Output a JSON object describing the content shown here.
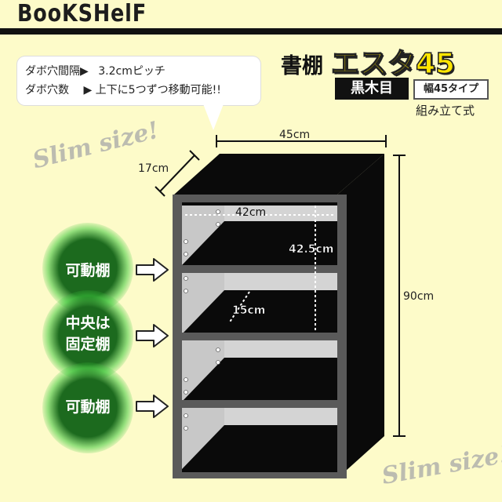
{
  "header": {
    "brand": "BooKSHelF"
  },
  "callout": {
    "line1_label": "ダボ穴間隔▶",
    "line1_value": "3.2cmピッチ",
    "line2_label": "ダボ穴数",
    "line2_value": "▶ 上下に5つずつ移動可能!!"
  },
  "product": {
    "category": "書棚",
    "name": "エスタ45",
    "color": "黒木目",
    "type": "幅45タイプ",
    "assembly": "組み立て式"
  },
  "watermark": "Slim size!",
  "dimensions": {
    "width": "45cm",
    "depth": "17cm",
    "height": "90cm",
    "inner_width": "42cm",
    "inner_height": "42.5cm",
    "inner_depth": "15cm"
  },
  "shelf_labels": [
    {
      "lines": [
        "可動棚"
      ]
    },
    {
      "lines": [
        "中央は",
        "固定棚"
      ]
    },
    {
      "lines": [
        "可動棚"
      ]
    }
  ],
  "colors": {
    "background": "#fdfbc9",
    "name_yellow": "#ffe600",
    "bubble_green": "#1c6a1e",
    "shelf_black": "#0a0a0a"
  }
}
